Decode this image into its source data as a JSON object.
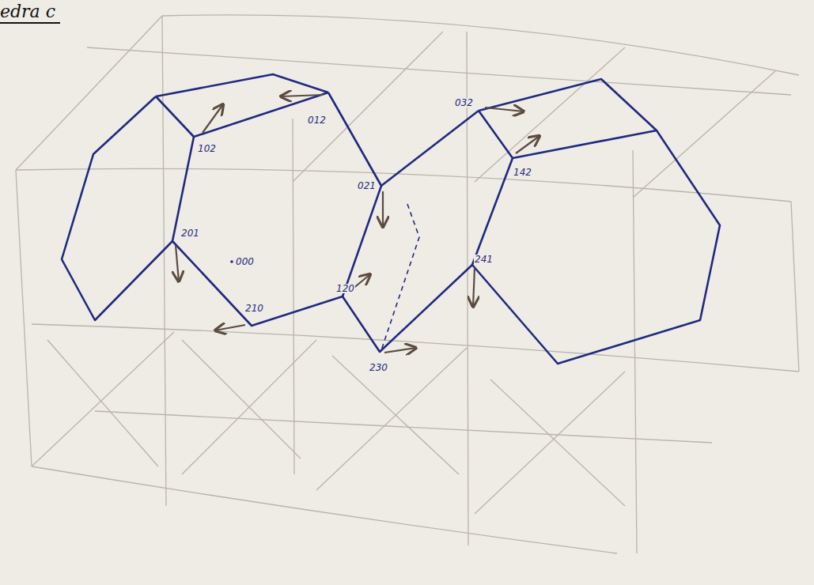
{
  "diagram": {
    "labels": [
      "edra c",
      "102",
      "012",
      "201",
      "000",
      "210",
      "120",
      "021",
      "230",
      "032",
      "142",
      "241"
    ]
  }
}
